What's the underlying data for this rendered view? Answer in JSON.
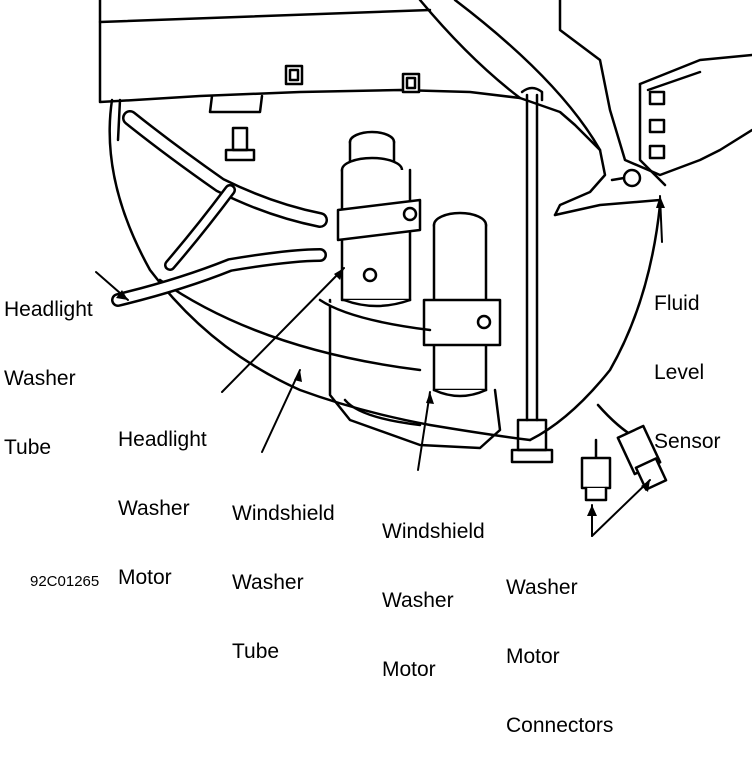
{
  "diagram": {
    "figure_id": "92C01265",
    "labels": {
      "headlight_washer_tube": [
        "Headlight",
        "Washer",
        "Tube"
      ],
      "headlight_washer_motor": [
        "Headlight",
        "Washer",
        "Motor"
      ],
      "windshield_washer_tube": [
        "Windshield",
        "Washer",
        "Tube"
      ],
      "windshield_washer_motor": [
        "Windshield",
        "Washer",
        "Motor"
      ],
      "fluid_level_sensor": [
        "Fluid",
        "Level",
        "Sensor"
      ],
      "washer_motor_connectors": [
        "Washer",
        "Motor",
        "Connectors"
      ]
    }
  }
}
